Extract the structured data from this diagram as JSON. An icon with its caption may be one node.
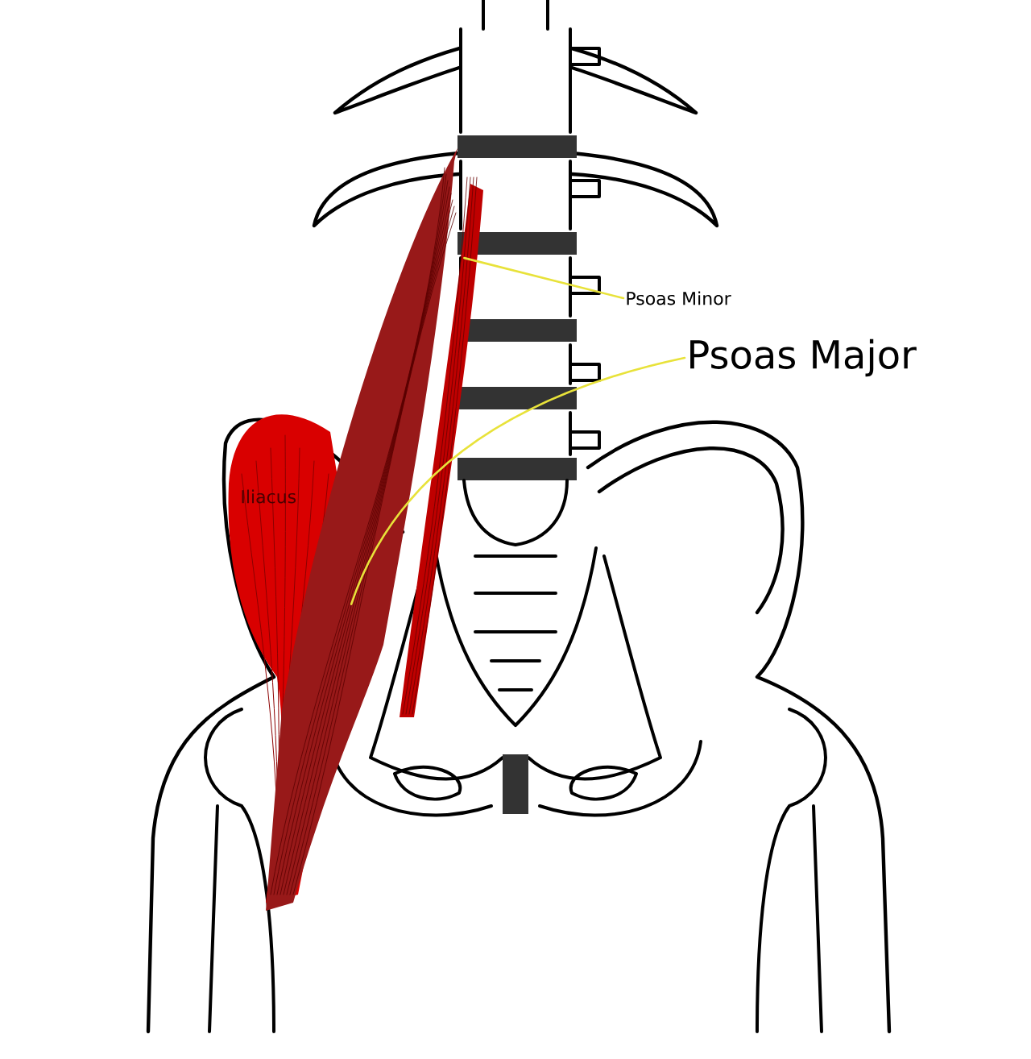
{
  "diagram": {
    "nodes": [
      {
        "text": [
          "Psoas Minor"
        ]
      },
      {
        "text": [
          "Psoas Major"
        ]
      },
      {
        "text": [],
        "shape": "picture"
      },
      {
        "text": [],
        "shape": "picture"
      }
    ],
    "edges": [
      {
        "from": 0,
        "to": 2,
        "arrow": "none",
        "color": "#e8e23a"
      },
      {
        "from": 1,
        "to": 3,
        "arrow": "none",
        "color": "#e8e23a"
      }
    ],
    "labels": [
      "Iliacus"
    ]
  }
}
